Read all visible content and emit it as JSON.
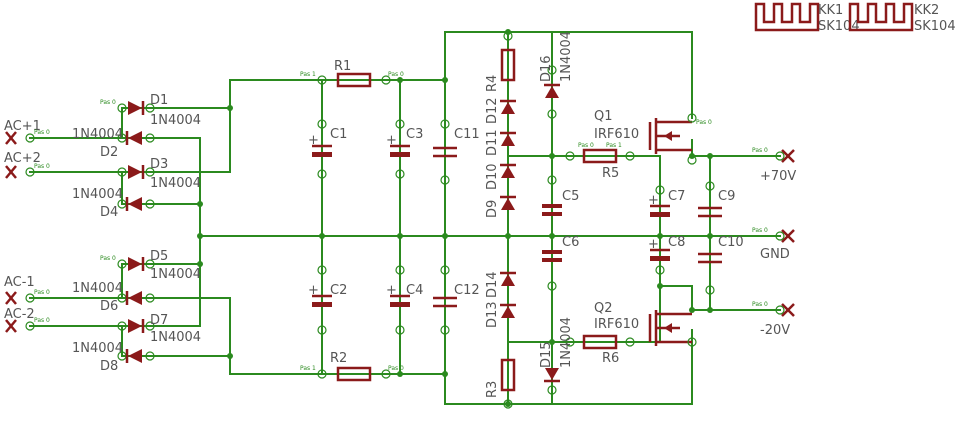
{
  "labels": {
    "ac_p1": "AC+1",
    "ac_p2": "AC+2",
    "ac_m1": "AC-1",
    "ac_m2": "AC-2",
    "d1": "D1",
    "d1_type": "1N4004",
    "d2": "D2",
    "d2_type": "1N4004",
    "d3": "D3",
    "d3_type": "1N4004",
    "d4": "D4",
    "d4_type": "1N4004",
    "d5": "D5",
    "d5_type": "1N4004",
    "d6": "D6",
    "d6_type": "1N4004",
    "d7": "D7",
    "d7_type": "1N4004",
    "d8": "D8",
    "d8_type": "1N4004",
    "r1": "R1",
    "r2": "R2",
    "r3": "R3",
    "r4": "R4",
    "r5": "R5",
    "r6": "R6",
    "c1": "C1",
    "c2": "C2",
    "c3": "C3",
    "c4": "C4",
    "c5": "C5",
    "c6": "C6",
    "c7": "C7",
    "c8": "C8",
    "c9": "C9",
    "c10": "C10",
    "c11": "C11",
    "c12": "C12",
    "d9": "D9",
    "d10": "D10",
    "d11": "D11",
    "d12": "D12",
    "d13": "D13",
    "d14": "D14",
    "d15": "D15",
    "d15_type": "1N4004",
    "d16": "D16",
    "d16_type": "1N4004",
    "q1": "Q1",
    "q1_type": "IRF610",
    "q2": "Q2",
    "q2_type": "IRF610",
    "kk1": "KK1",
    "kk1_type": "SK104",
    "kk2": "KK2",
    "kk2_type": "SK104",
    "out_p70": "+70V",
    "out_gnd": "GND",
    "out_m20": "-20V",
    "pad0": "Pas 0",
    "pad1": "Pas 1"
  },
  "colors": {
    "wire": "#2b8a1f",
    "component": "#8b1a1a",
    "text": "#555555"
  }
}
